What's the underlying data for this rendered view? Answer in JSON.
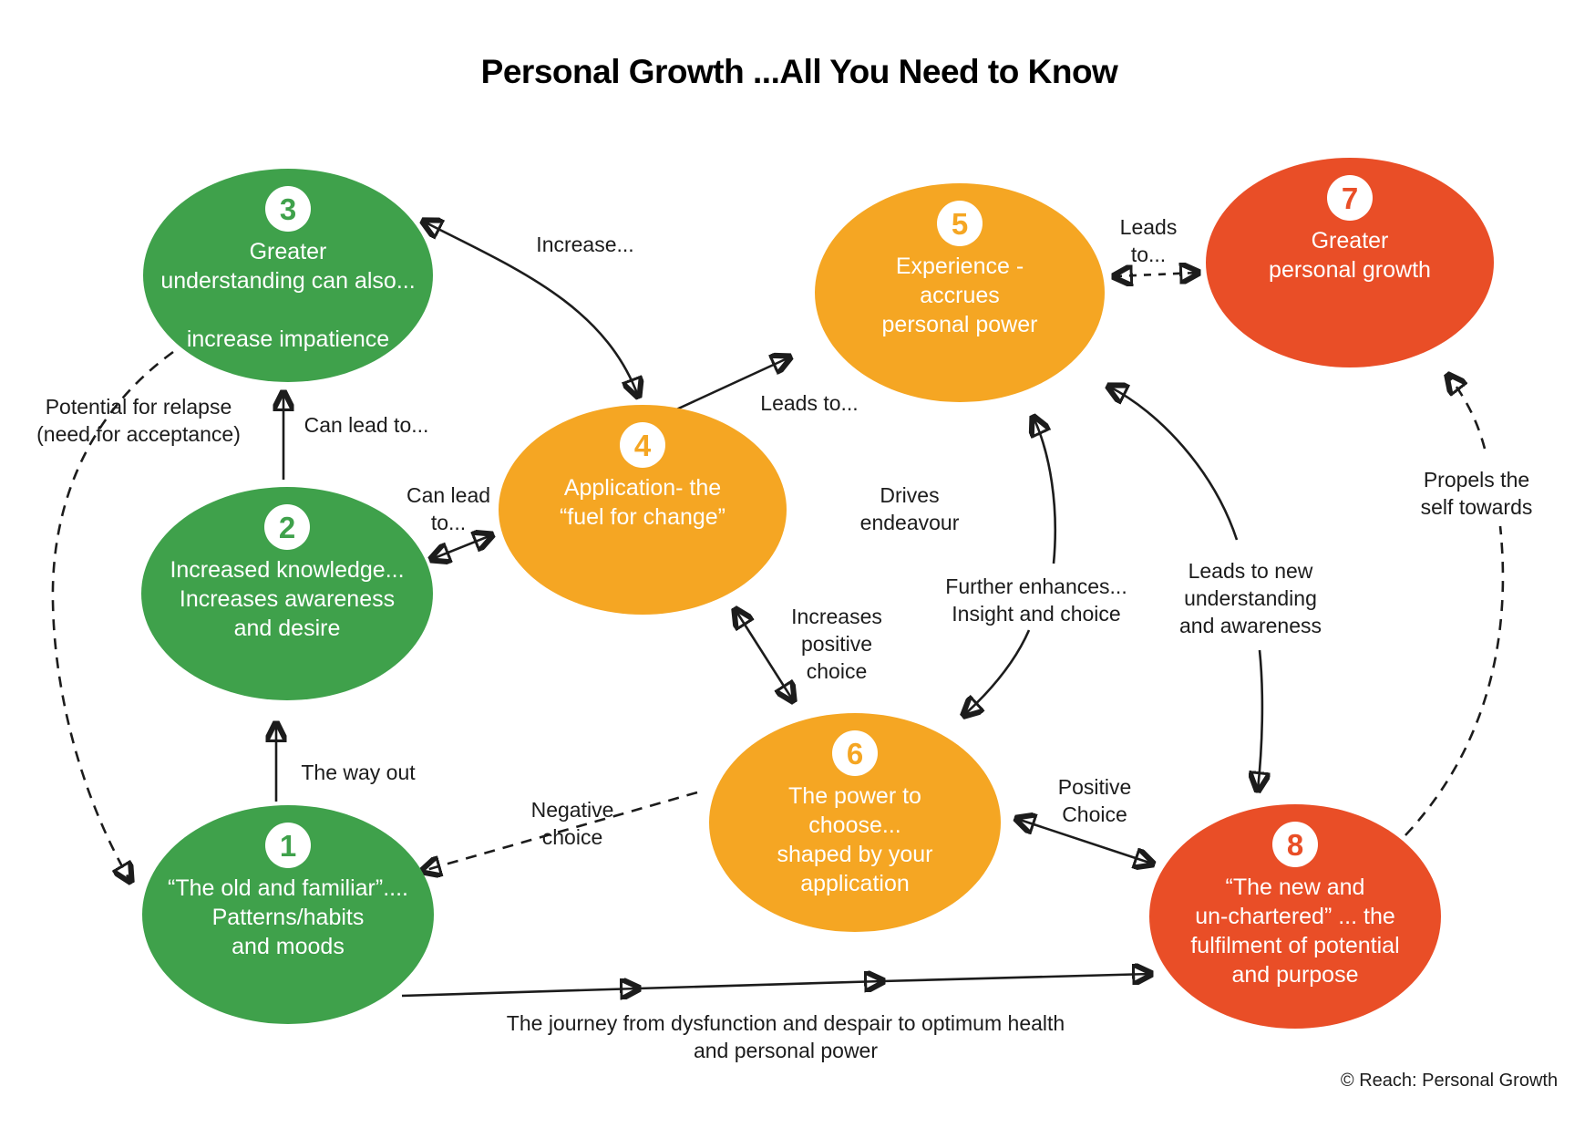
{
  "title": "Personal Growth ...All You Need to Know",
  "colors": {
    "green": "#3FA14B",
    "orange": "#F5A623",
    "red": "#E94E27",
    "line": "#1c1c1c",
    "background": "#ffffff",
    "node_text": "#ffffff"
  },
  "nodes": [
    {
      "number": "1",
      "color": "green",
      "lines": [
        "“The old and familiar”....",
        "Patterns/habits",
        "and moods"
      ]
    },
    {
      "number": "2",
      "color": "green",
      "lines": [
        "Increased knowledge...",
        "Increases awareness",
        "and desire"
      ]
    },
    {
      "number": "3",
      "color": "green",
      "lines": [
        "Greater",
        "understanding can also...",
        "",
        "increase impatience"
      ]
    },
    {
      "number": "4",
      "color": "orange",
      "lines": [
        "Application- the",
        "“fuel for change”"
      ]
    },
    {
      "number": "5",
      "color": "orange",
      "lines": [
        "Experience -",
        "accrues",
        "personal power"
      ]
    },
    {
      "number": "6",
      "color": "orange",
      "lines": [
        "The power to",
        "choose...",
        "shaped by your",
        "application"
      ]
    },
    {
      "number": "7",
      "color": "red",
      "lines": [
        "Greater",
        "personal growth"
      ]
    },
    {
      "number": "8",
      "color": "red",
      "lines": [
        "“The new and",
        "un-chartered” ... the",
        "fulfilment of potential",
        "and purpose"
      ]
    }
  ],
  "labels": [
    {
      "lines": [
        "Increase..."
      ]
    },
    {
      "lines": [
        "Leads",
        "to..."
      ]
    },
    {
      "lines": [
        "Can lead to..."
      ]
    },
    {
      "lines": [
        "Can lead",
        "to..."
      ]
    },
    {
      "lines": [
        "Potential for relapse",
        "(need for acceptance)"
      ]
    },
    {
      "lines": [
        "Leads to..."
      ]
    },
    {
      "lines": [
        "Drives",
        "endeavour"
      ]
    },
    {
      "lines": [
        "Further enhances...",
        "Insight and choice"
      ]
    },
    {
      "lines": [
        "Leads to new",
        "understanding",
        "and awareness"
      ]
    },
    {
      "lines": [
        "Propels the",
        "self towards"
      ]
    },
    {
      "lines": [
        "Increases",
        "positive",
        "choice"
      ]
    },
    {
      "lines": [
        "The way out"
      ]
    },
    {
      "lines": [
        "Negative",
        "choice"
      ]
    },
    {
      "lines": [
        "Positive",
        "Choice"
      ]
    }
  ],
  "caption": {
    "line1": "The journey from dysfunction and despair to optimum health",
    "line2": "and personal power"
  },
  "credit": "© Reach: Personal Growth",
  "edges": [
    {
      "from": 3,
      "to": 4,
      "style": "solid",
      "heads": "both",
      "label": "Increase..."
    },
    {
      "from": 4,
      "to": 5,
      "style": "solid",
      "heads": "end",
      "label": "Leads to..."
    },
    {
      "from": 5,
      "to": 7,
      "style": "dashed",
      "heads": "both",
      "label": "Leads to..."
    },
    {
      "from": 2,
      "to": 3,
      "style": "solid",
      "heads": "end",
      "label": "Can lead to..."
    },
    {
      "from": 2,
      "to": 4,
      "style": "solid",
      "heads": "both",
      "label": "Can lead to..."
    },
    {
      "from": 3,
      "to": 1,
      "style": "dashed",
      "heads": "end",
      "label": "Potential for relapse (need for acceptance)"
    },
    {
      "from": 1,
      "to": 2,
      "style": "solid",
      "heads": "end",
      "label": "The way out"
    },
    {
      "from": 6,
      "to": 1,
      "style": "dashed",
      "heads": "end",
      "label": "Negative choice"
    },
    {
      "from": 4,
      "to": 6,
      "style": "solid",
      "heads": "both",
      "label": "Increases positive choice"
    },
    {
      "from": 6,
      "to": 5,
      "style": "solid",
      "heads": "both",
      "label": "Further enhances... Insight and choice"
    },
    {
      "from": 8,
      "to": 5,
      "style": "solid",
      "heads": "end",
      "label": "Leads to new understanding and awareness"
    },
    {
      "from": 5,
      "to": 8,
      "style": "solid",
      "heads": "end",
      "label": "Leads to new understanding and awareness"
    },
    {
      "from": 8,
      "to": 7,
      "style": "dashed",
      "heads": "end",
      "label": "Propels the self towards"
    },
    {
      "from": 6,
      "to": 8,
      "style": "solid",
      "heads": "both",
      "label": "Positive Choice"
    },
    {
      "from": 1,
      "to": 8,
      "style": "solid",
      "heads": "end",
      "label": "The journey from dysfunction and despair to optimum health and personal power"
    }
  ]
}
